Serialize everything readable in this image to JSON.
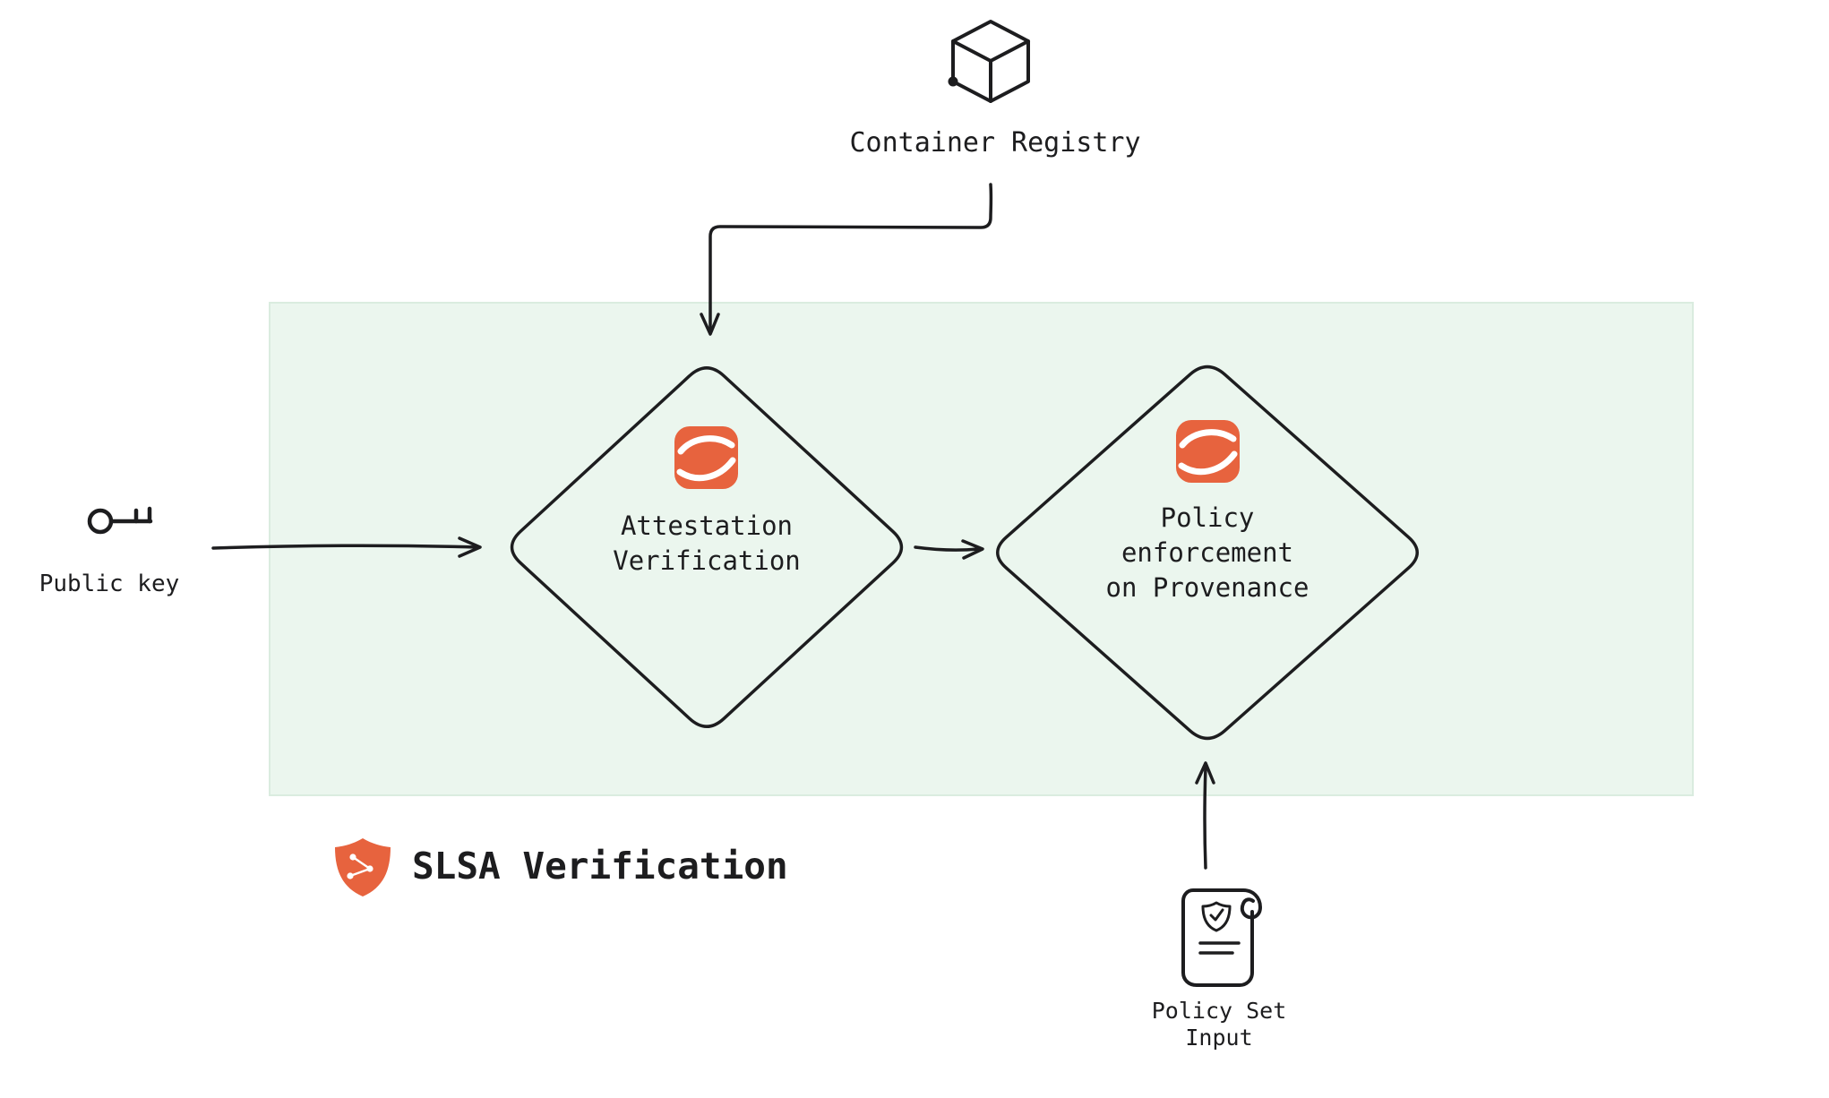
{
  "diagram": {
    "type": "flowchart",
    "nodes": {
      "container_registry": {
        "label": "Container Registry",
        "icon": "cube-icon"
      },
      "public_key": {
        "label": "Public key",
        "icon": "key-icon"
      },
      "attestation_verification": {
        "label": "Attestation\nVerification",
        "shape": "diamond",
        "icon": "attestation-icon"
      },
      "policy_enforcement": {
        "label": "Policy\nenforcement\non Provenance",
        "shape": "diamond",
        "icon": "provenance-policy-icon"
      },
      "policy_set_input": {
        "label": "Policy Set\nInput",
        "icon": "scroll-icon"
      }
    },
    "boundary": {
      "label": "SLSA Verification",
      "icon": "slsa-shield-icon"
    },
    "edges": [
      {
        "from": "container_registry",
        "to": "attestation_verification"
      },
      {
        "from": "public_key",
        "to": "attestation_verification"
      },
      {
        "from": "attestation_verification",
        "to": "policy_enforcement"
      },
      {
        "from": "policy_set_input",
        "to": "policy_enforcement"
      }
    ],
    "colors": {
      "line": "#1D1D1F",
      "accent_orange": "#E7633E",
      "boundary_fill": "#EBF6EE",
      "boundary_stroke": "#DAECDF",
      "background": "#FFFFFF"
    }
  }
}
